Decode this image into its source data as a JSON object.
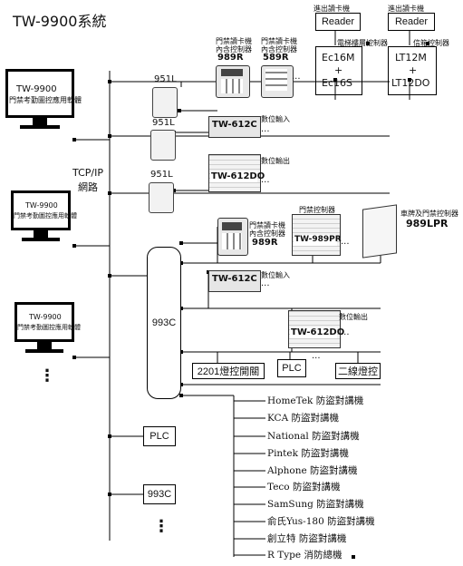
{
  "title": "TW-9900系統",
  "monitors": [
    {
      "line1": "TW-9900",
      "line2": "門禁考勤圖控應用軟體"
    },
    {
      "line1": "TW-9900",
      "line2": "門禁考勤圖控應用軟體"
    },
    {
      "line1": "TW-9900",
      "line2": "門禁考勤圖控應用軟體"
    }
  ],
  "network": {
    "line1": "TCP/IP",
    "line2": "網路"
  },
  "converters": [
    "951L",
    "951L",
    "951L"
  ],
  "ellipsis": "⋮",
  "dots": "···",
  "readers_top": [
    {
      "caption1": "門禁讀卡機",
      "caption2": "內含控制器",
      "model": "989R"
    },
    {
      "caption1": "門禁讀卡機",
      "caption2": "內含控制器",
      "model": "589R"
    }
  ],
  "ec_group": {
    "caption": "進出讀卡機",
    "reader": "Reader",
    "link": "電梯樓層控制器",
    "box1": "Ec16M",
    "plus": "+",
    "box2": "Ec16S"
  },
  "lt_group": {
    "caption": "進出讀卡機",
    "reader": "Reader",
    "link": "信箱控制器",
    "box1": "LT12M",
    "plus": "+",
    "box2": "LT12DO"
  },
  "tw612c_top": {
    "label": "TW-612C",
    "caption": "數位輸入"
  },
  "tw612do_top": {
    "label": "TW-612DO",
    "caption": "數位輸出"
  },
  "mid_reader": {
    "caption1": "門禁讀卡機",
    "caption2": "內含控制器",
    "model": "989R"
  },
  "tw989pr": {
    "caption": "門禁控制器",
    "label": "TW-989PR"
  },
  "lpr": {
    "caption": "車牌及門禁控制器",
    "model": "989LPR"
  },
  "tw612c_mid": {
    "label": "TW-612C",
    "caption": "數位輸入"
  },
  "tw612do_mid": {
    "label": "TW-612DO",
    "caption": "數位輸出"
  },
  "hub_993c": "993C",
  "bottom_row": {
    "box1": "2201燈控開關",
    "box2": "PLC",
    "box3": "二線燈控"
  },
  "plc": "PLC",
  "hub_993c_2": "993C",
  "intercoms": [
    "HomeTek 防盜對講機",
    "KCA 防盜對講機",
    "National 防盜對講機",
    "Pintek 防盜對講機",
    "Alphone 防盜對講機",
    "Teco 防盜對講機",
    "SamSung 防盜對講機",
    "俞氏Yus-180 防盜對講機",
    "創立特 防盜對講機",
    "R Type 消防總機"
  ]
}
